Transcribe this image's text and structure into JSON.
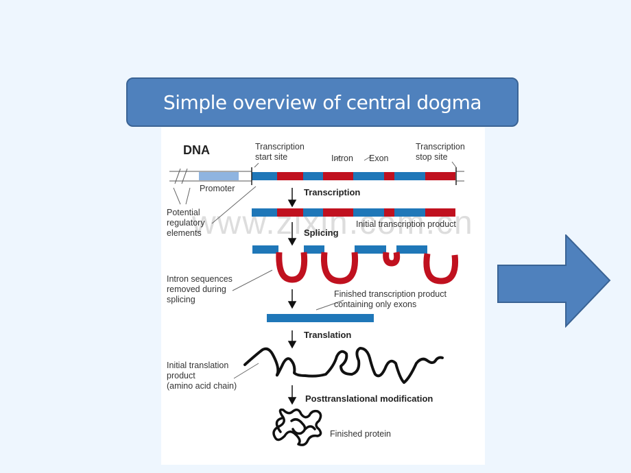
{
  "slide": {
    "title": "Simple overview of central dogma",
    "background_color": "#eef6fe",
    "accent_color": "#4f81bd"
  },
  "figure": {
    "watermark": "www.zixin.com.cn",
    "colors": {
      "exon": "#1f77b8",
      "intron": "#c0111f",
      "promoter": "#8fb4e0",
      "chain": "#111111"
    },
    "labels": {
      "dna": "DNA",
      "transcription_start": [
        "Transcription",
        "start site"
      ],
      "intron": "Intron",
      "exon": "Exon",
      "transcription_stop": [
        "Transcription",
        "stop site"
      ],
      "promoter": "Promoter",
      "potential_regulatory": [
        "Potential",
        "regulatory",
        "elements"
      ],
      "initial_transcription_product": "Initial transcription product",
      "intron_removed": [
        "Intron sequences",
        "removed during",
        "splicing"
      ],
      "finished_transcription_product": [
        "Finished transcription product",
        "containing only exons"
      ],
      "initial_translation_product": [
        "Initial translation",
        "product",
        "(amino acid chain)"
      ],
      "finished_protein": "Finished protein"
    },
    "steps": [
      "Transcription",
      "Splicing",
      "Translation",
      "Posttranslational modification"
    ],
    "gene_segments": [
      "exon",
      "intron",
      "exon",
      "intron",
      "exon",
      "intron",
      "exon",
      "intron"
    ]
  },
  "navigation": {
    "next_arrow": "next-slide-arrow"
  }
}
